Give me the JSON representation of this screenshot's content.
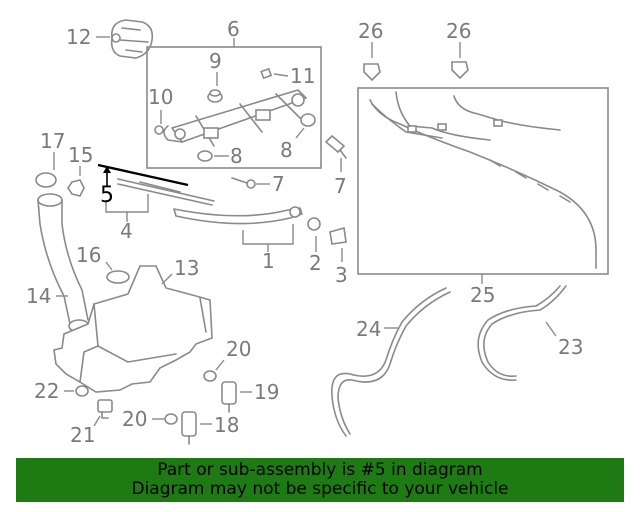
{
  "callouts": {
    "c1": "1",
    "c2": "2",
    "c3": "3",
    "c4": "4",
    "c5": "5",
    "c6": "6",
    "c7a": "7",
    "c7b": "7",
    "c8a": "8",
    "c8b": "8",
    "c9": "9",
    "c10": "10",
    "c11": "11",
    "c12": "12",
    "c13": "13",
    "c14": "14",
    "c15": "15",
    "c16": "16",
    "c17": "17",
    "c18": "18",
    "c19": "19",
    "c20a": "20",
    "c20b": "20",
    "c21": "21",
    "c22": "22",
    "c23": "23",
    "c24": "24",
    "c25": "25",
    "c26a": "26",
    "c26b": "26"
  },
  "banner": {
    "line1": "Part or sub-assembly is #5 in diagram",
    "line2": "Diagram may not be specific to your vehicle",
    "color": "#1e7a12"
  },
  "highlight_color": "#000000",
  "part_color": "#8a8a8a"
}
